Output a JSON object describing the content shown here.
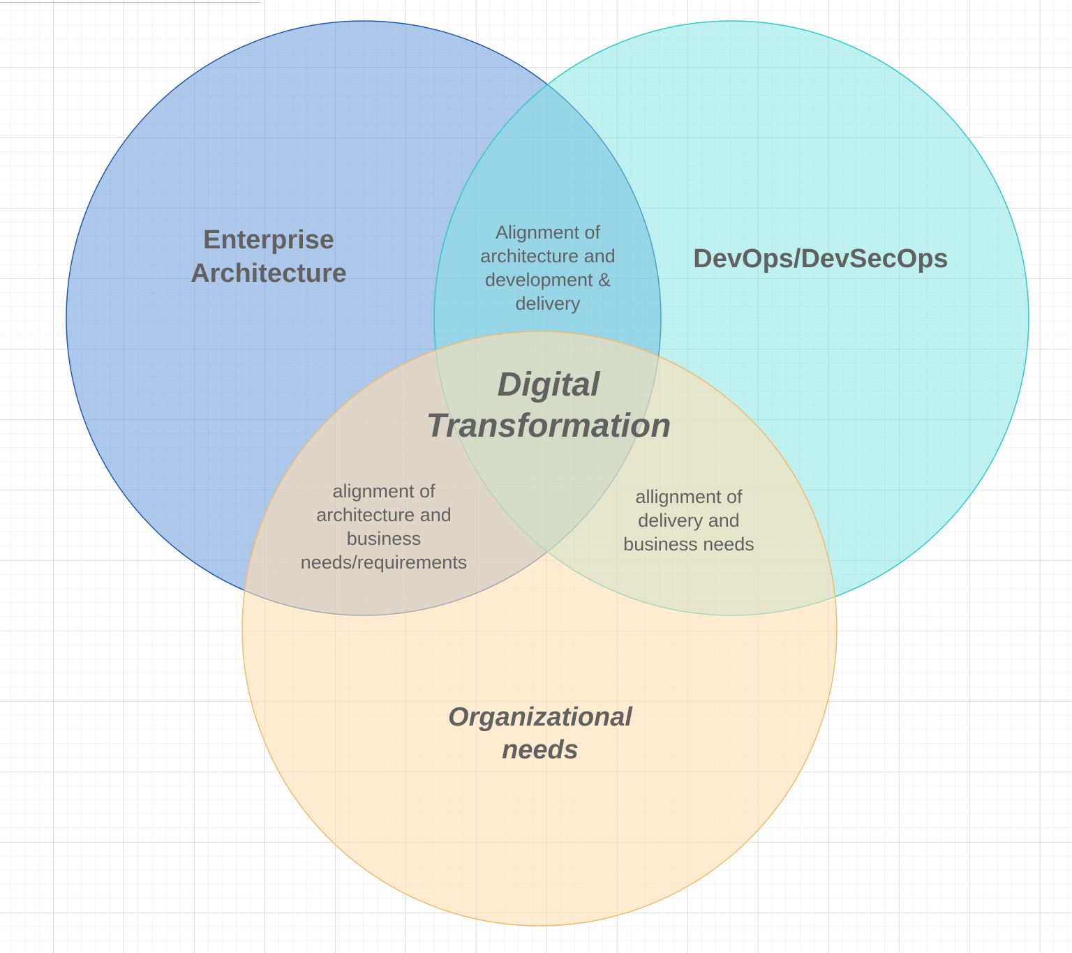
{
  "diagram": {
    "circles": {
      "enterprise_architecture": {
        "label": "Enterprise\nArchitecture",
        "fill": "#6c9bdb",
        "stroke": "#1d5ab0"
      },
      "devops": {
        "label": "DevOps/DevSecOps",
        "fill": "#7fe3e1",
        "stroke": "#2fc9c9"
      },
      "organizational_needs": {
        "label": "Organizational\nneeds",
        "fill": "#ffe0b3",
        "stroke": "#f3bb6a"
      }
    },
    "overlaps": {
      "ea_devops": "Alignment of\narchitecture and\ndevelopment &\ndelivery",
      "ea_org": "alignment of\narchitecture and\nbusiness\nneeds/requirements",
      "devops_org": "allignment of\ndelivery and\nbusiness needs"
    },
    "center_label": "Digital\nTransformation",
    "text_color": "#616161"
  }
}
